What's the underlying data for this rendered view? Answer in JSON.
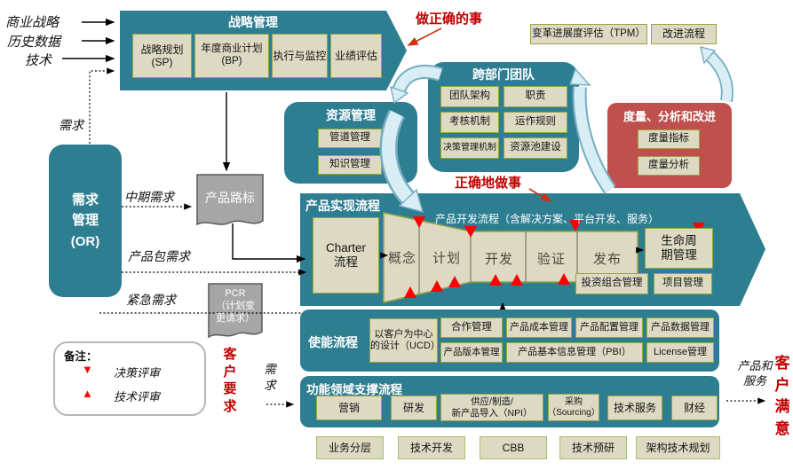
{
  "colors": {
    "teal": "#2e7e92",
    "tan": "#ddd9c3",
    "olive_border": "#97a53e",
    "metric_red": "#c0504d",
    "accent_red": "#c00000",
    "doc_gray": "#a6a6a6",
    "cycle_arrow_blue": "#d9edf4",
    "review_red": "#ff0000"
  },
  "inputs": {
    "items": [
      "商业战略",
      "历史数据",
      "技术"
    ],
    "demand": "需求"
  },
  "strategy": {
    "title": "战略管理",
    "items": [
      "战略规划\n(SP)",
      "年度商业计划\n(BP)",
      "执行与监控",
      "业绩评估"
    ]
  },
  "annotations": {
    "do_right_things": "做正确的事",
    "do_things_right": "正确地做事"
  },
  "tpm": {
    "label": "变革进展度评估（TPM）"
  },
  "improve": {
    "label": "改进流程"
  },
  "cross_team": {
    "title": "跨部门团队",
    "items": [
      "团队架构",
      "职责",
      "考核机制",
      "运作规则",
      "决策管理机制",
      "资源池建设"
    ]
  },
  "metrics": {
    "title": "度量、分析和改进",
    "items": [
      "度量指标",
      "度量分析"
    ]
  },
  "resources": {
    "title": "资源管理",
    "items": [
      "管道管理",
      "知识管理"
    ]
  },
  "demand_mgmt": {
    "title": "需求\n管理\n(OR)",
    "mid_term": "中期需求",
    "package": "产品包需求",
    "urgent": "紧急需求"
  },
  "roadmap": {
    "label": "产品路标"
  },
  "pcr": {
    "label": "PCR\n（计划变\n更请求）"
  },
  "realization": {
    "title": "产品实现流程",
    "subtitle": "产品开发流程（含解决方案、平台开发、服务）",
    "charter": "Charter\n流程",
    "phases": [
      "概念",
      "计划",
      "开发",
      "验证",
      "发布"
    ],
    "lifecycle": "生命周\n期管理",
    "portfolio": "投资组合管理",
    "project": "项目管理"
  },
  "enabling": {
    "title": "使能流程",
    "ucd": "以客户为中心\n的设计（UCD）",
    "row1": [
      "合作管理",
      "产品成本管理",
      "产品配置管理",
      "产品数据管理"
    ],
    "row2": [
      "产品版本管理",
      "产品基本信息管理（PBI）",
      "License管理"
    ]
  },
  "functional": {
    "title": "功能领域支撑流程",
    "items": [
      "营销",
      "研发",
      "供应/制造/\n新产品导入（NPI）",
      "采购\n（Sourcing）",
      "技术服务",
      "财经"
    ]
  },
  "tech_row": {
    "items": [
      "业务分层",
      "技术开发",
      "CBB",
      "技术预研",
      "架构技术规划"
    ]
  },
  "legend": {
    "title": "备注：",
    "decision_icon": "▼",
    "decision": "决策评审",
    "technical_icon": "▲",
    "technical": "技术评审"
  },
  "sides": {
    "customer_req": "客户要求",
    "demand": "需求",
    "products": "产品和\n服务",
    "satisfaction": "客户满意"
  }
}
